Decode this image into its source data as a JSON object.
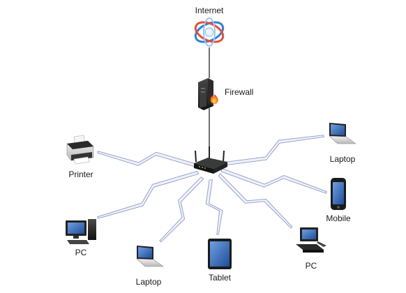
{
  "nodes": {
    "internet": {
      "label": "Internet",
      "icon": "globe-icon"
    },
    "firewall": {
      "label": "Firewall",
      "icon": "firewall-icon"
    },
    "router": {
      "icon": "wireless-router-icon"
    },
    "printer": {
      "label": "Printer",
      "icon": "printer-icon"
    },
    "laptop_top_right": {
      "label": "Laptop",
      "icon": "laptop-icon"
    },
    "mobile": {
      "label": "Mobile",
      "icon": "mobile-phone-icon"
    },
    "pc_left": {
      "label": "PC",
      "icon": "desktop-pc-icon"
    },
    "laptop_bottom": {
      "label": "Laptop",
      "icon": "laptop-icon"
    },
    "tablet": {
      "label": "Tablet",
      "icon": "tablet-icon"
    },
    "pc_right": {
      "label": "PC",
      "icon": "desktop-pc-icon"
    }
  },
  "colors": {
    "wired_link": "#222222",
    "wireless_fill": "#eef1fb",
    "wireless_stroke": "#8e9bc2",
    "device_dark": "#1c1c1c",
    "screen_blue": "#2f63b8"
  }
}
